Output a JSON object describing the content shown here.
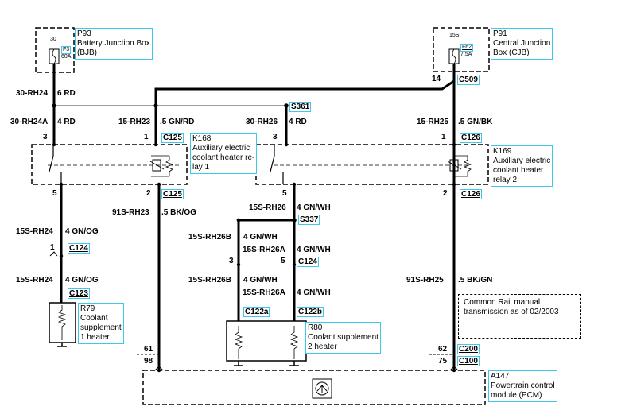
{
  "components": {
    "p93": {
      "id": "P93",
      "name_line1": "Battery Junction Box",
      "name_line2": "(BJB)",
      "fuse_pin": "30",
      "fuse_id": "F3",
      "fuse_rating": "60A"
    },
    "p91": {
      "id": "P91",
      "name_line1": "Central Junction",
      "name_line2": "Box (CJB)",
      "fuse_pin": "15S",
      "fuse_id": "F62",
      "fuse_rating": "7.5A"
    },
    "k168": {
      "id": "K168",
      "line1": "Auxiliary electric",
      "line2": "coolant heater re-",
      "line3": "lay 1"
    },
    "k169": {
      "id": "K169",
      "line1": "Auxiliary electric",
      "line2": "coolant heater",
      "line3": "relay 2"
    },
    "r79": {
      "id": "R79",
      "line1": "Coolant",
      "line2": "supplement",
      "line3": "1 heater"
    },
    "r80": {
      "id": "R80",
      "line1": "Coolant supplement",
      "line2": "2 heater"
    },
    "a147": {
      "id": "A147",
      "line1": "Powertrain control",
      "line2": "module (PCM)"
    }
  },
  "connectors": {
    "c509": "C509",
    "s361": "S361",
    "c125a": "C125",
    "c126a": "C126",
    "c125b": "C125",
    "c126b": "C126",
    "s337": "S337",
    "c124a": "C124",
    "c124b": "C124",
    "c123": "C123",
    "c122a": "C122a",
    "c122b": "C122b",
    "c200": "C200",
    "c100": "C100"
  },
  "wires": {
    "w1_circuit": "30-RH24",
    "w1_color": "6 RD",
    "w2_circuit": "30-RH24A",
    "w2_color": "4 RD",
    "w3_circuit": "15-RH23",
    "w3_color": ".5 GN/RD",
    "w4_circuit": "30-RH26",
    "w4_color": "4 RD",
    "w5_circuit": "15-RH25",
    "w5_color": ".5 GN/BK",
    "w6_circuit": "91S-RH23",
    "w6_color": ".5 BK/OG",
    "w7_circuit": "15S-RH26",
    "w7_color": "4 GN/WH",
    "w8_circuit": "15S-RH24",
    "w8_color": "4 GN/OG",
    "w9_circuit": "15S-RH26B",
    "w9_color": "4 GN/WH",
    "w10_circuit": "15S-RH26A",
    "w10_color": "4 GN/WH",
    "w11_circuit": "15S-RH24",
    "w11_color": "4 GN/OG",
    "w12_circuit": "15S-RH26B",
    "w12_color": "4 GN/WH",
    "w13_circuit": "15S-RH26A",
    "w13_color": "4 GN/WH",
    "w14_circuit": "91S-RH25",
    "w14_color": ".5 BK/GN"
  },
  "pins": {
    "p14": "14",
    "k168_3": "3",
    "k168_1": "1",
    "k169_3": "3",
    "k169_1": "1",
    "k168_5": "5",
    "k168_2": "2",
    "k169_5": "5",
    "k169_2": "2",
    "c124_1": "1",
    "c124_3": "3",
    "c124_5": "5",
    "pcm_61": "61",
    "pcm_98": "98",
    "pcm_62": "62",
    "pcm_75": "75"
  },
  "note": {
    "line1": "Common Rail manual",
    "line2": "transmission as of 02/2003"
  }
}
